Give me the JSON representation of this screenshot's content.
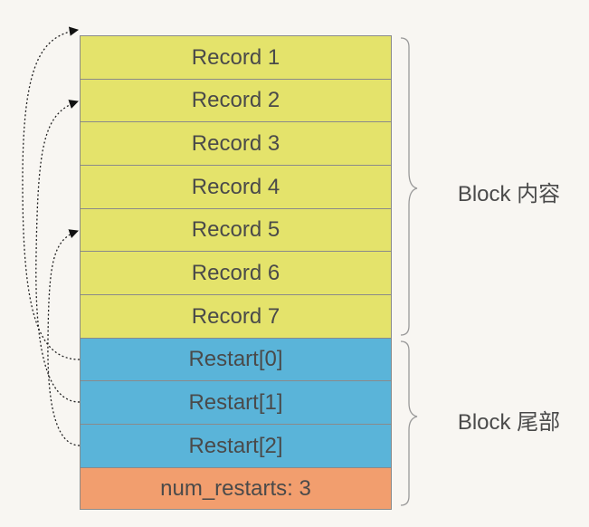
{
  "records": [
    "Record 1",
    "Record 2",
    "Record 3",
    "Record 4",
    "Record 5",
    "Record 6",
    "Record 7"
  ],
  "restarts": [
    "Restart[0]",
    "Restart[1]",
    "Restart[2]"
  ],
  "num_restarts": "num_restarts: 3",
  "labels": {
    "content": "Block  内容",
    "trailer": "Block  尾部"
  },
  "colors": {
    "record_fill": "#e4e36b",
    "restart_fill": "#5ab4d9",
    "count_fill": "#f29e6e",
    "border": "#8a8a8a",
    "text": "#4a4a4a",
    "background": "#f8f6f2"
  },
  "restart_pointers": [
    {
      "from": "Restart[0]",
      "to": "Record 1"
    },
    {
      "from": "Restart[1]",
      "to": "Record 2"
    },
    {
      "from": "Restart[2]",
      "to": "Record 5"
    }
  ]
}
